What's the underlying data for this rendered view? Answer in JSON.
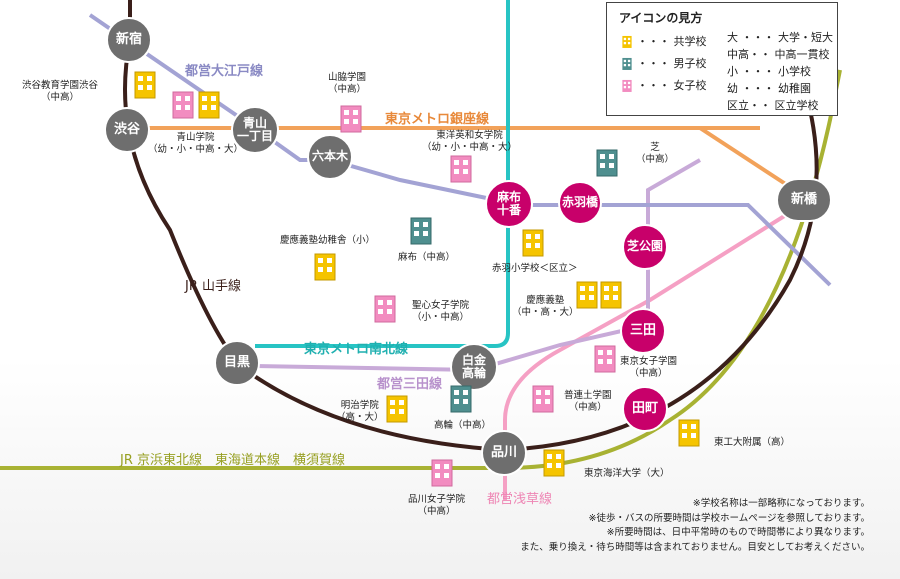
{
  "legend": {
    "title": "アイコンの見方",
    "types": [
      {
        "label": "・・・ 共学校",
        "color": "#f5c400"
      },
      {
        "label": "・・・ 男子校",
        "color": "#4f8f8f"
      },
      {
        "label": "・・・ 女子校",
        "color": "#f28cc0"
      }
    ],
    "abbreviations": [
      "大 ・・・ 大学・短大",
      "中高・・ 中高一貫校",
      "小 ・・・ 小学校",
      "幼 ・・・ 幼稚園",
      "区立・・ 区立学校"
    ]
  },
  "lines": {
    "oedo": "都営大江戸線",
    "ginza": "東京メトロ銀座線",
    "namboku": "東京メトロ南北線",
    "mita": "都営三田線",
    "yamanote": "JR 山手線",
    "keihin": "JR 京浜東北線　東海道本線　横須賀線",
    "asakusa": "都営浅草線"
  },
  "line_colors": {
    "yamanote": "#3a1f1a",
    "oedo": "#a3a3d4",
    "ginza": "#f2a25a",
    "namboku": "#27c4c4",
    "mita": "#c8aad8",
    "keihin": "#a8b233",
    "asakusa": "#f5a0c4"
  },
  "stations": {
    "shinjuku": "新宿",
    "shibuya": "渋谷",
    "aoyama": "青山\n一丁目",
    "roppongi": "六本木",
    "azabu": "麻布\n十番",
    "akabanebashi": "赤羽橋",
    "shibakoen": "芝公園",
    "shinbashi": "新橋",
    "mita": "三田",
    "tamachi": "田町",
    "meguro": "目黒",
    "shirokane": "白金\n高輪",
    "shinagawa": "品川"
  },
  "schools": [
    {
      "name": "渋谷教育学園渋谷",
      "detail": "（中高）",
      "type": "coed"
    },
    {
      "name": "青山学院",
      "detail": "（幼・小・中高・大）",
      "type": "coed"
    },
    {
      "name": "山脇学園",
      "detail": "（中高）",
      "type": "girls"
    },
    {
      "name": "東洋英和女学院",
      "detail": "（幼・小・中高・大）",
      "type": "girls"
    },
    {
      "name": "芝",
      "detail": "（中高）",
      "type": "boys"
    },
    {
      "name": "慶應義塾幼稚舎（小）",
      "detail": "",
      "type": "coed"
    },
    {
      "name": "麻布（中高）",
      "detail": "",
      "type": "boys"
    },
    {
      "name": "赤羽小学校＜区立＞",
      "detail": "",
      "type": "coed"
    },
    {
      "name": "聖心女子学院",
      "detail": "（小・中高）",
      "type": "girls"
    },
    {
      "name": "慶應義塾",
      "detail": "（中・高・大）",
      "type": "coed"
    },
    {
      "name": "東京女子学園",
      "detail": "（中高）",
      "type": "girls"
    },
    {
      "name": "明治学院",
      "detail": "（高・大）",
      "type": "coed"
    },
    {
      "name": "高輪（中高）",
      "detail": "",
      "type": "boys"
    },
    {
      "name": "普連土学園",
      "detail": "（中高）",
      "type": "girls"
    },
    {
      "name": "東工大附属（高）",
      "detail": "",
      "type": "coed"
    },
    {
      "name": "東京海洋大学（大）",
      "detail": "",
      "type": "coed"
    },
    {
      "name": "品川女子学院",
      "detail": "（中高）",
      "type": "girls"
    }
  ],
  "notes": [
    "※学校名称は一部略称になっております。",
    "※徒歩・バスの所要時間は学校ホームページを参照しております。",
    "※所要時間は、日中平常時のもので時間帯により異なります。",
    "また、乗り換え・待ち時間等は含まれておりません。目安としてお考えください。"
  ]
}
